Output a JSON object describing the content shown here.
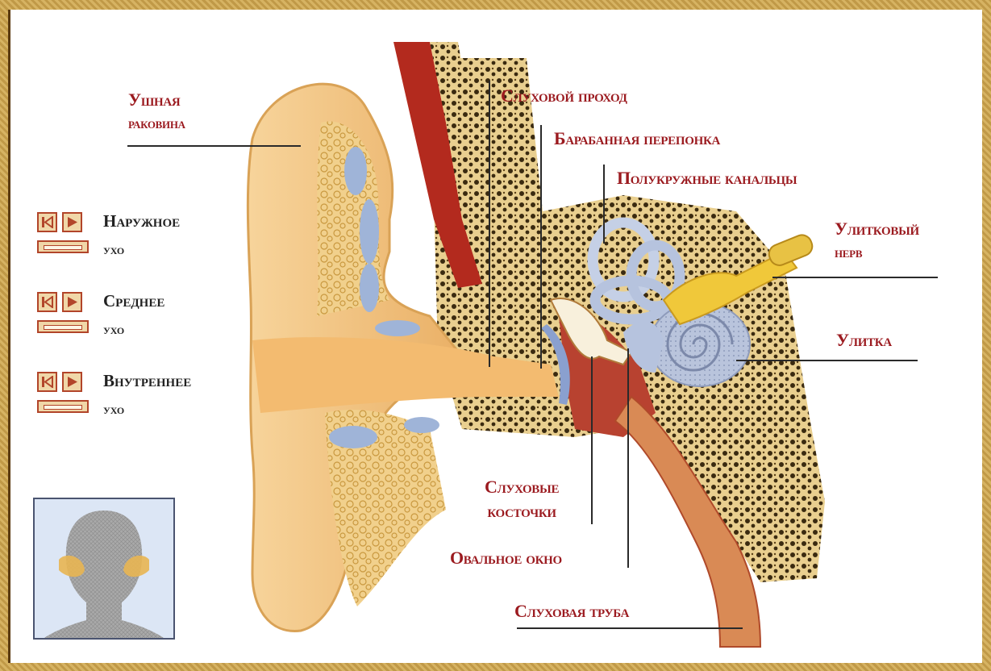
{
  "labels": {
    "pinna": [
      "Ушная",
      "раковина"
    ],
    "ear_canal": "Слуховой проход",
    "eardrum": "Барабанная перепонка",
    "semicircular_canals": "Полукружные канальцы",
    "cochlear_nerve": [
      "Улитковый",
      "нерв"
    ],
    "cochlea": "Улитка",
    "ossicles": [
      "Слуховые",
      "косточки"
    ],
    "oval_window": "Овальное окно",
    "eustachian_tube": "Слуховая труба"
  },
  "nav": [
    {
      "title": "Наружное",
      "sub": "ухо"
    },
    {
      "title": "Среднее",
      "sub": "ухо"
    },
    {
      "title": "Внутреннее",
      "sub": "ухо"
    }
  ],
  "icons": {
    "prev": "skip-back-icon",
    "play": "play-icon",
    "bar": "progress-bar-icon"
  },
  "colors": {
    "label": "#9b1a1f",
    "skin": "#f2c27a",
    "bone": "#e2bd6c",
    "canal_blue": "#9fb4d8",
    "vessel_red": "#b32a1e",
    "nerve_yellow": "#f0c83a"
  }
}
